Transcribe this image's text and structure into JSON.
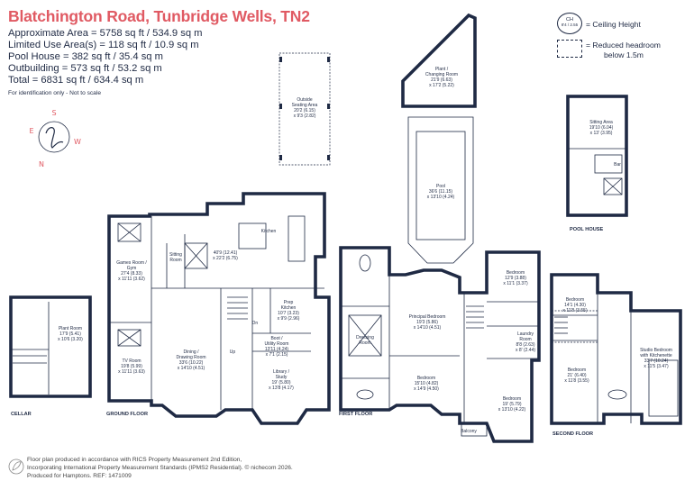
{
  "header": {
    "title": "Blatchington Road, Tunbridge Wells, TN2",
    "areas": [
      "Approximate Area = 5758 sq ft / 534.9 sq m",
      "Limited Use Area(s) = 118 sq ft / 10.9 sq m",
      "Pool House = 382 sq ft / 35.4 sq m",
      "Outbuilding = 573 sq ft / 53.2 sq m",
      "Total = 6831 sq ft / 634.4 sq m"
    ],
    "note": "For identification only - Not to scale"
  },
  "legend": {
    "ch_label": "CH",
    "ch_value": "8'4 / 2.55",
    "ceiling": "= Ceiling Height",
    "reduced_1": "= Reduced headroom",
    "reduced_2": "below 1.5m"
  },
  "compass": {
    "s": "S",
    "e": "E",
    "w": "W",
    "n": "N"
  },
  "rooms": {
    "outside_seating": [
      "Outside",
      "Seating Area",
      "20'2 (6.15)",
      "x 9'3 (2.82)"
    ],
    "plant_changing": [
      "Plant /",
      "Changing Room",
      "21'9 (6.63)",
      "x 17'2 (5.22)"
    ],
    "pool": [
      "Pool",
      "36'6 (11.15)",
      "x 13'10 (4.24)"
    ],
    "sitting_area": [
      "Sitting Area",
      "19'10 (6.04)",
      "x 13' (3.95)"
    ],
    "bar": "Bar",
    "plant_room": [
      "Plant Room",
      "17'9 (5.41)",
      "x 10'6 (3.20)"
    ],
    "games_room": [
      "Games Room /",
      "Gym",
      "27'4 (8.33)",
      "x 11'11 (3.62)"
    ],
    "tv_room": [
      "TV Room",
      "19'8 (5.99)",
      "x 11'11 (3.63)"
    ],
    "sitting_room": [
      "Sitting",
      "Room"
    ],
    "kitchen": [
      "Kitchen",
      "40'9 (12.41)",
      "x 22'2 (6.75)"
    ],
    "dining": [
      "Dining /",
      "Drawing Room",
      "33'6 (10.22)",
      "x 14'10 (4.51)"
    ],
    "prep_kitchen": [
      "Prep",
      "Kitchen",
      "10'7 (3.23)",
      "x 9'9 (2.96)"
    ],
    "boot_utility": [
      "Boot /",
      "Utility Room",
      "13'11 (4.24)",
      "x 7'1 (2.15)"
    ],
    "library": [
      "Library /",
      "Study",
      "19' (5.80)",
      "x 13'8 (4.17)"
    ],
    "dressing": [
      "Dressing",
      "Room"
    ],
    "principal_bed": [
      "Principal Bedroom",
      "19'3 (5.86)",
      "x 14'10 (4.51)"
    ],
    "bedroom_ff1": [
      "Bedroom",
      "15'10 (4.82)",
      "x 14'9 (4.50)"
    ],
    "bedroom_ff2": [
      "Bedroom",
      "12'9 (3.88)",
      "x 11'1 (3.37)"
    ],
    "laundry": [
      "Laundry",
      "Room",
      "8'8 (2.63)",
      "x 8' (2.44)"
    ],
    "bedroom_ff3": [
      "Bedroom",
      "19' (5.79)",
      "x 13'10 (4.22)"
    ],
    "balcony": "Balcony",
    "bedroom_sf1": [
      "Bedroom",
      "14'1 (4.30)",
      "x 11'8 (3.55)"
    ],
    "bedroom_sf2": [
      "Bedroom",
      "21' (6.40)",
      "x 11'8 (3.55)"
    ],
    "studio": [
      "Studio Bedroom",
      "with Kitchenette",
      "33'7 (10.24)",
      "x 11'5 (3.47)"
    ],
    "up": "Up",
    "dn": "Dn"
  },
  "floors": {
    "cellar": "CELLAR",
    "ground": "GROUND FLOOR",
    "first": "FIRST FLOOR",
    "second": "SECOND FLOOR",
    "pool_house": "POOL HOUSE"
  },
  "footer": {
    "line1": "Floor plan produced in accordance with RICS Property Measurement 2nd Edition,",
    "line2": "Incorporating International Property Measurement Standards (IPMS2 Residential).  © nichecom 2026.",
    "line3": "Produced for Hamptons.   REF: 1471009"
  }
}
